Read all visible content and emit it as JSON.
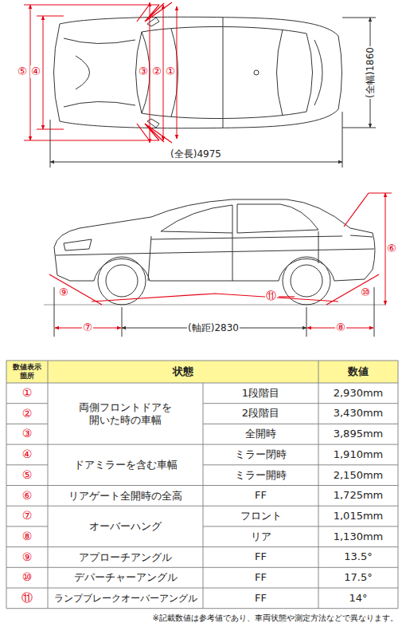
{
  "diagram": {
    "labels": [
      "⑤",
      "④",
      "③",
      "②",
      "①",
      "(全幅)1860",
      "(全長)4975",
      "⑥",
      "⑨",
      "⑪",
      "⑩",
      "⑦",
      "(軸距)2830",
      "⑧",
      "数値表示箇所",
      "状態",
      "数値",
      "①",
      "両側フロントドアを開いた時の車幅",
      "1段階目",
      "2,930mm",
      "②",
      "2段階目",
      "3,430mm",
      "③",
      "全開時",
      "3,895mm",
      "④",
      "ドアミラーを含む車幅",
      "ミラー閉時",
      "1,910mm",
      "⑤",
      "ミラー開時",
      "2,150mm",
      "⑥",
      "リアゲート全開時の全高",
      "FF",
      "1,725mm",
      "⑦",
      "オーバーハング",
      "フロント",
      "1,015mm",
      "⑧",
      "リア",
      "1,130mm",
      "⑨",
      "アプローチアングル",
      "FF",
      "13.5°",
      "⑩",
      "デパーチャーアングル",
      "FF",
      "17.5°",
      "⑪",
      "ランプブレークオーバーアングル",
      "FF",
      "14°",
      "※記載数値は参考値であり、車両状態や測定方法などで異なります。"
    ]
  }
}
